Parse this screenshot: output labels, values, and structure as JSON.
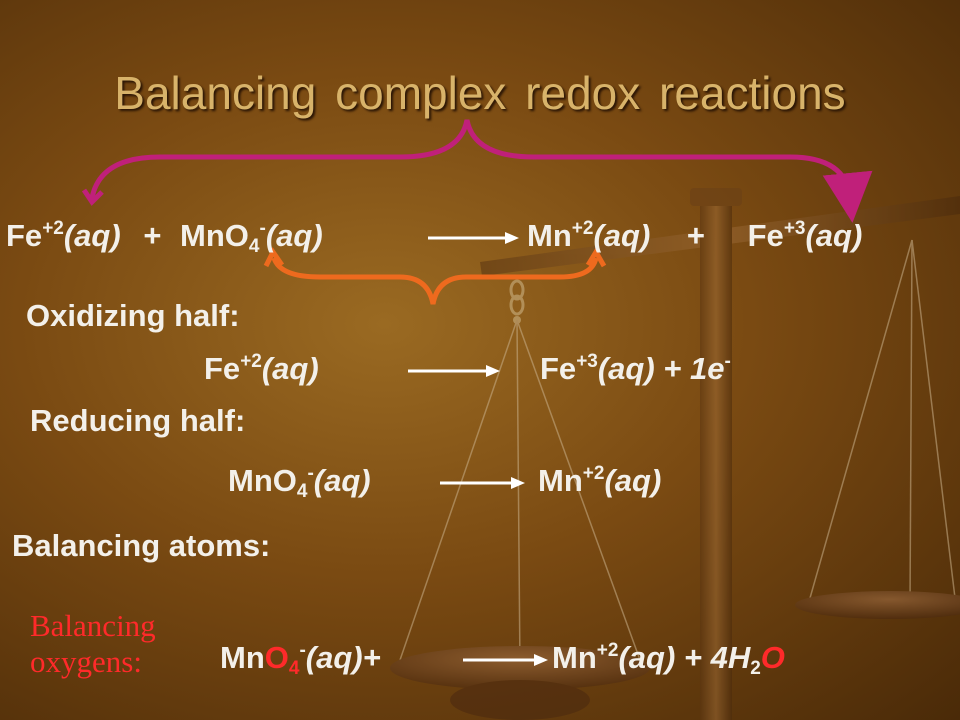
{
  "title": "Balancing complex redox reactions",
  "main_equation": {
    "fe2": "Fe",
    "fe2_charge": "+2",
    "aq1": "(aq)",
    "plus1": "+",
    "mno4": "MnO",
    "mno4_sub": "4",
    "mno4_charge": "-",
    "aq2": "(aq)",
    "mn2": "Mn",
    "mn2_charge": "+2",
    "aq3": "(aq)",
    "plus2": "+",
    "fe3": "Fe",
    "fe3_charge": "+3",
    "aq4": "(aq)"
  },
  "oxidizing": {
    "label": "Oxidizing half:",
    "fe2": "Fe",
    "fe2_charge": "+2",
    "aq1": "(aq)",
    "fe3": "Fe",
    "fe3_charge": "+3",
    "product_tail": "(aq) + 1e",
    "e_charge": "-"
  },
  "reducing": {
    "label": "Reducing half:",
    "mno4": "MnO",
    "mno4_sub": "4",
    "mno4_charge": "-",
    "aq1": "(aq)",
    "mn2": "Mn",
    "mn2_charge": "+2",
    "aq2": "(aq)"
  },
  "balancing_atoms": {
    "label": "Balancing atoms:"
  },
  "balancing_oxygens": {
    "label": "Balancing oxygens:",
    "mn": "Mn",
    "o": "O",
    "sub4": "4",
    "charge": "-",
    "aq_plus": "(aq)+",
    "mn2": "Mn",
    "mn2_charge": "+2",
    "tail": "(aq) + 4H",
    "h2_sub": "2",
    "water_o": "O"
  },
  "colors": {
    "title": "#d8b36a",
    "text": "#f3f0ea",
    "highlight": "#ff2a2a",
    "brace_outer": "#c0207a",
    "brace_inner": "#ee6a1e"
  }
}
